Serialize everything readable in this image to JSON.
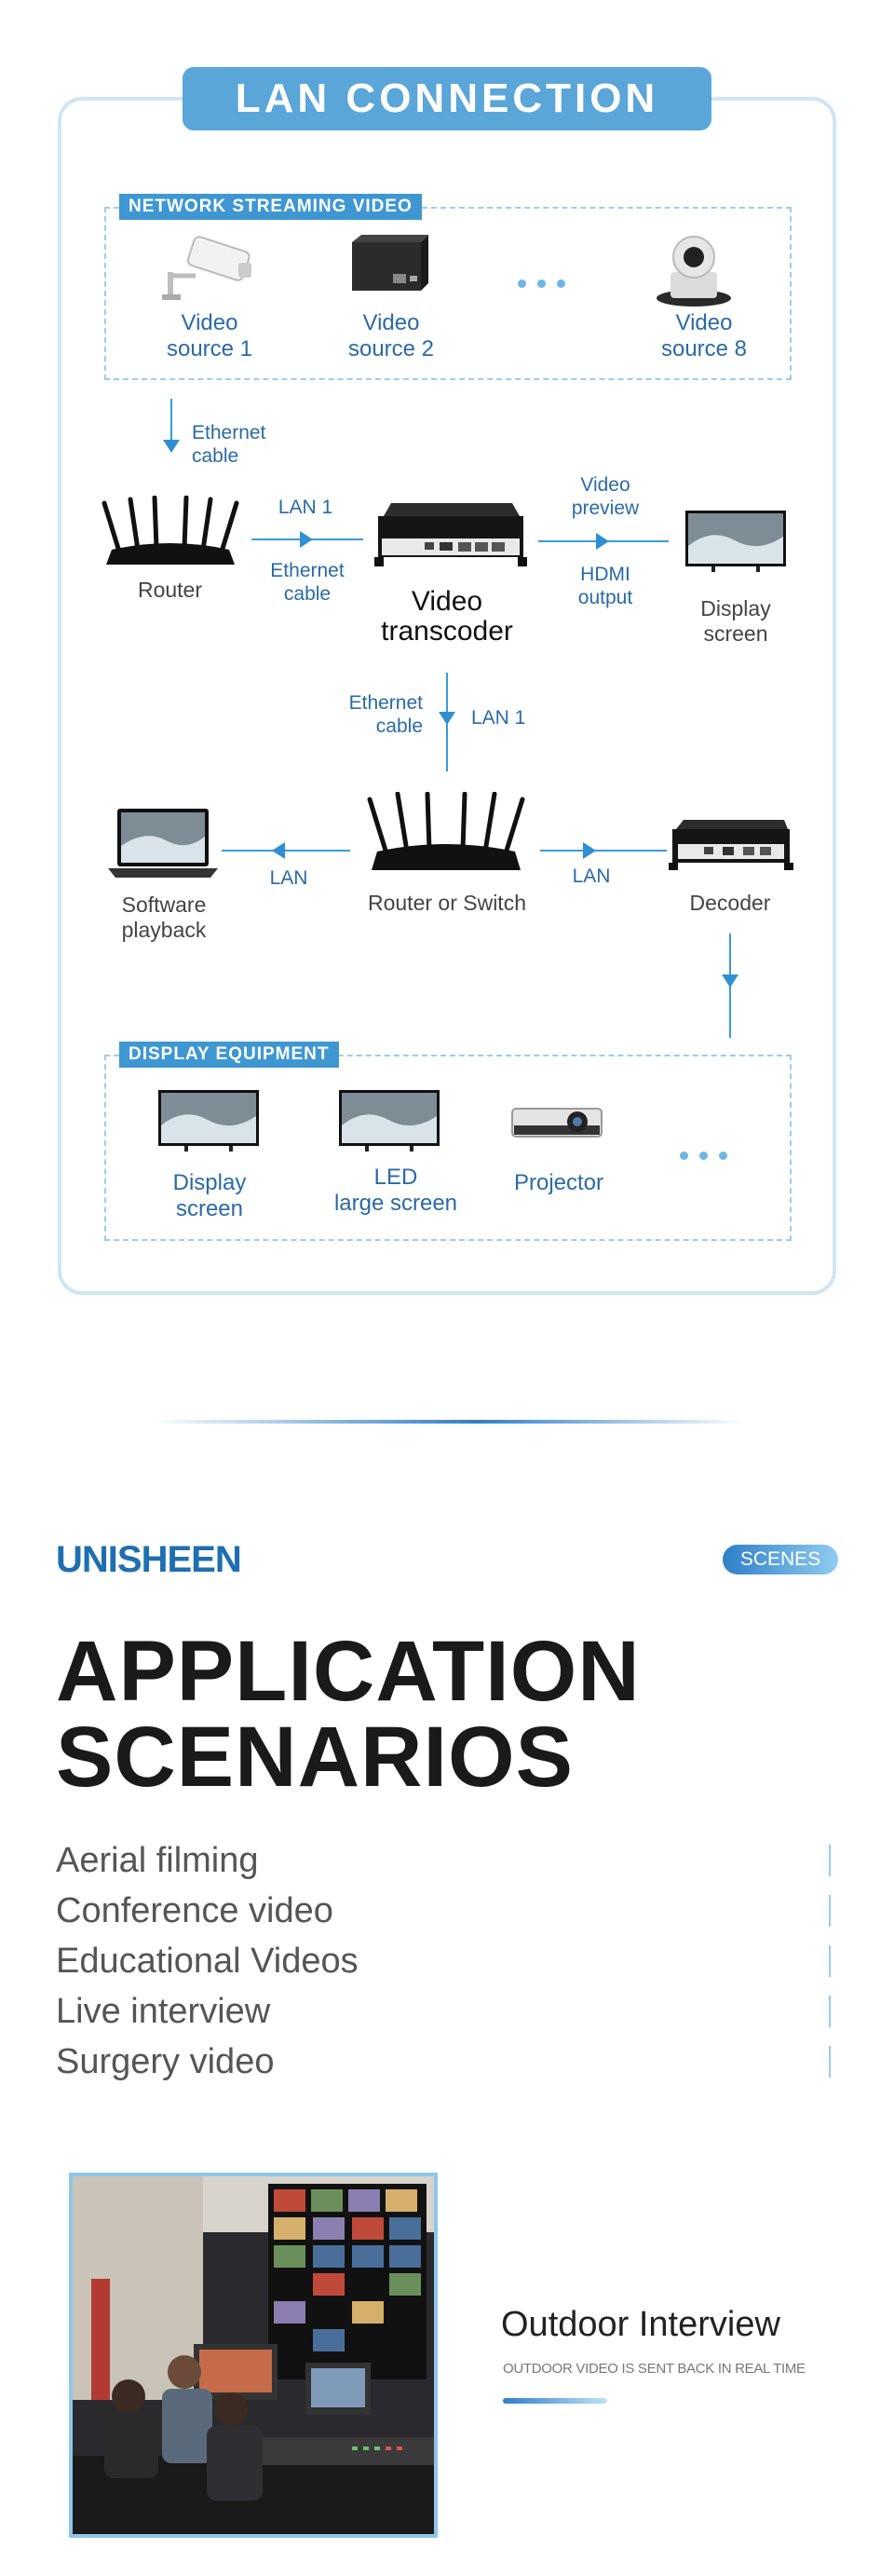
{
  "lan": {
    "title": "LAN CONNECTION",
    "network_tag": "NETWORK STREAMING VIDEO",
    "display_tag": "DISPLAY EQUIPMENT",
    "sources": [
      {
        "line1": "Video",
        "line2": "source 1"
      },
      {
        "line1": "Video",
        "line2": "source 2"
      },
      {
        "line1": "Video",
        "line2": "source 8"
      }
    ],
    "ethernet_top": {
      "line1": "Ethernet",
      "line2": "cable"
    },
    "router": "Router",
    "lan1_top": "LAN 1",
    "ethernet_mid": {
      "line1": "Ethernet",
      "line2": "cable"
    },
    "transcoder": {
      "line1": "Video",
      "line2": "transcoder"
    },
    "video_preview": {
      "line1": "Video",
      "line2": "preview"
    },
    "hdmi_output": {
      "line1": "HDMI",
      "line2": "output"
    },
    "display_right": {
      "line1": "Display",
      "line2": "screen"
    },
    "ethernet_down": {
      "line1": "Ethernet",
      "line2": "cable"
    },
    "lan1_down": "LAN 1",
    "software": {
      "line1": "Software",
      "line2": "playback"
    },
    "lan_left": "LAN",
    "router_switch": "Router or Switch",
    "lan_right": "LAN",
    "decoder": "Decoder",
    "displays": [
      {
        "line1": "Display",
        "line2": "screen"
      },
      {
        "line1": "LED",
        "line2": "large screen"
      },
      {
        "line1": "Projector",
        "line2": ""
      }
    ]
  },
  "brand": {
    "logo": "UNISHEEN",
    "pill": "SCENES",
    "title_line1": "APPLICATION",
    "title_line2": "SCENARIOS",
    "scenarios": [
      "Aerial filming",
      "Conference video",
      "Educational Videos",
      "Live interview",
      "Surgery video"
    ]
  },
  "feature": {
    "title": "Outdoor Interview",
    "subtitle": "OUTDOOR VIDEO IS SENT BACK IN REAL TIME"
  },
  "colors": {
    "accent": "#3f97d1",
    "pill": "#5aa6d8",
    "frame": "#cfe6f4",
    "arrow": "#2f8fd2"
  }
}
